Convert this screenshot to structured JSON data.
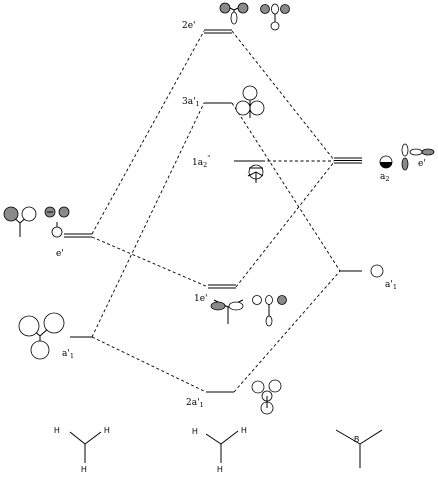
{
  "left_levels": {
    "e_prime": {
      "label": "e'"
    },
    "a1_prime": {
      "label": "a'",
      "sub": "1"
    }
  },
  "middle_levels": {
    "two_e_prime": {
      "label": "2e'"
    },
    "three_a1_prime": {
      "label": "3a'",
      "sub": "1"
    },
    "one_a2_dprime": {
      "label": "1a",
      "sub": "2",
      "sup": "\""
    },
    "one_e_prime": {
      "label": "1e'"
    },
    "two_a1_prime": {
      "label": "2a'",
      "sub": "1"
    }
  },
  "right_levels": {
    "a2": {
      "label": "a",
      "sub": "2"
    },
    "e_prime": {
      "label": "e'"
    },
    "a1_prime": {
      "label": "a'",
      "sub": "1"
    }
  },
  "molecules": {
    "left": {
      "atoms": [
        "H",
        "H",
        "H"
      ]
    },
    "middle": {
      "atoms": [
        "H",
        "H",
        "H"
      ]
    },
    "right": {
      "atoms": [
        "B"
      ]
    }
  }
}
